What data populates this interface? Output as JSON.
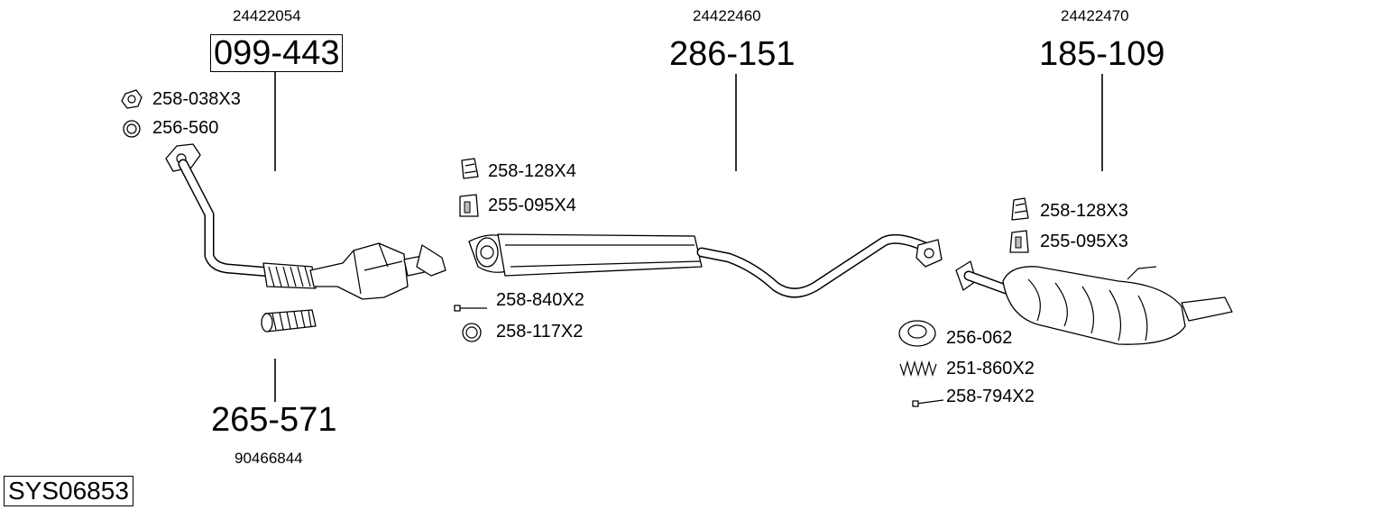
{
  "diagram_id": "SYS06853",
  "groups": [
    {
      "part_number": "099-443",
      "oem_number": "24422054",
      "accessories": [
        "258-038X3",
        "256-560"
      ]
    },
    {
      "part_number": "265-571",
      "oem_number": "90466844",
      "accessories": []
    },
    {
      "part_number": "286-151",
      "oem_number": "24422460",
      "accessories": [
        "258-128X4",
        "255-095X4",
        "258-840X2",
        "258-117X2"
      ]
    },
    {
      "part_number": "185-109",
      "oem_number": "24422470",
      "accessories": [
        "258-128X3",
        "255-095X3",
        "256-062",
        "251-860X2",
        "258-794X2"
      ]
    }
  ]
}
